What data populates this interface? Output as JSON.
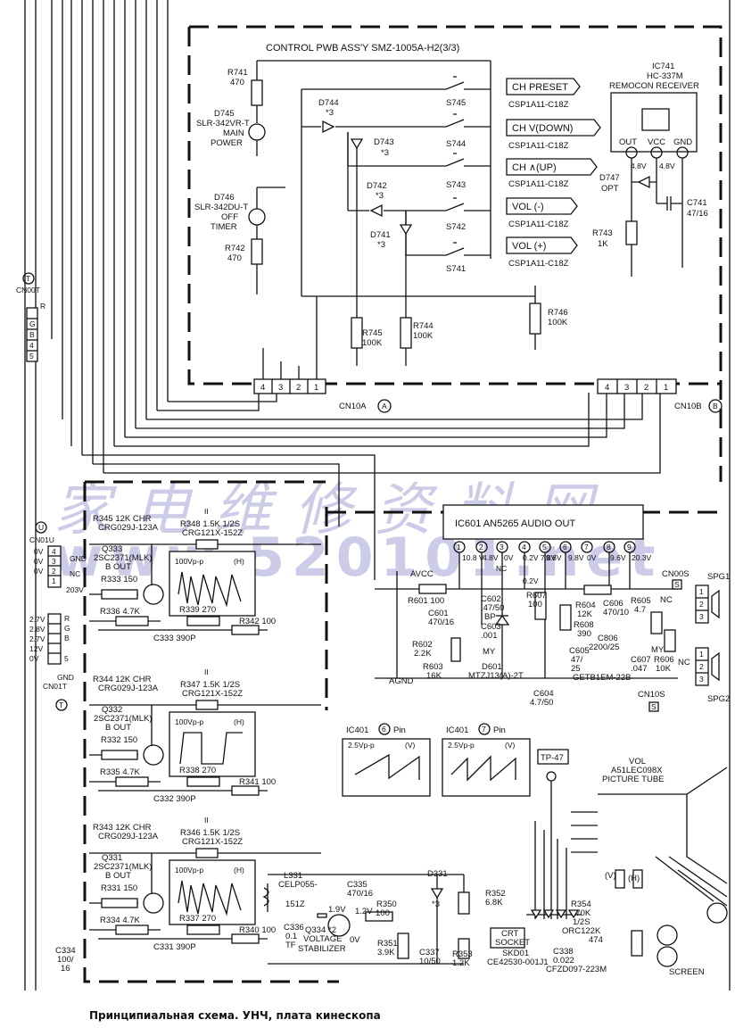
{
  "board": {
    "title": "CONTROL  PWB ASS'Y  SMZ-1005A-H2(3/3)"
  },
  "leds": [
    {
      "ref": "R741",
      "val": "470"
    },
    {
      "ref": "D745",
      "part": "SLR-342VR-T",
      "l1": "MAIN",
      "l2": "POWER"
    },
    {
      "ref": "D746",
      "part": "SLR-342DU-T",
      "l1": "OFF",
      "l2": "TIMER"
    },
    {
      "ref": "R742",
      "val": "470"
    }
  ],
  "switches": [
    {
      "ref": "S745",
      "fn": "CH PRESET",
      "part": "CSP1A11-C18Z"
    },
    {
      "ref": "S744",
      "fn": "CH V(DOWN)",
      "part": "CSP1A11-C18Z"
    },
    {
      "ref": "S743",
      "fn": "CH  ∧(UP)",
      "part": "CSP1A11-C18Z"
    },
    {
      "ref": "S742",
      "fn": "VOL    (-)",
      "part": "CSP1A11-C18Z"
    },
    {
      "ref": "S741",
      "fn": "VOL    (+)",
      "part": "CSP1A11-C18Z"
    }
  ],
  "diodes": [
    {
      "ref": "D744",
      "note": "*3"
    },
    {
      "ref": "D743",
      "note": "*3"
    },
    {
      "ref": "D742",
      "note": "*3"
    },
    {
      "ref": "D741",
      "note": "*3"
    }
  ],
  "remocon": {
    "ref": "IC741",
    "part": "HC-337M",
    "name": "REMOCON RECEIVER",
    "pins": [
      "OUT",
      "VCC",
      "GND"
    ],
    "v1": "4.8V",
    "v2": "4.8V",
    "d747": "D747",
    "opt": "OPT",
    "c741": "C741",
    "c741v": "47/16",
    "r743": "R743",
    "r743v": "1K"
  },
  "resistors_top": [
    {
      "ref": "R745",
      "val": "100K"
    },
    {
      "ref": "R744",
      "val": "100K"
    },
    {
      "ref": "R746",
      "val": "100K"
    }
  ],
  "connectors": {
    "cn10a": "CN10A",
    "cn10a_tag": "A",
    "cn10b": "CN10B",
    "cn10b_tag": "B",
    "cn00t": "CN00T",
    "cn01u": "CN01U",
    "cn01t": "CN01T",
    "tag_t": "T",
    "tag_u": "U",
    "pins4": [
      "4",
      "3",
      "2",
      "1"
    ],
    "cn00t_pins": [
      "R",
      "G",
      "B",
      "4",
      "5"
    ],
    "cn01u_lbl": [
      "0V",
      "0V",
      "0V",
      "NC",
      "203V"
    ],
    "cn01u_mid": [
      "GND",
      "NC"
    ],
    "cn01t_lbl": [
      "2.7V",
      "2.8V",
      "2.7V",
      "12V",
      "0V"
    ],
    "cn01t_pins": [
      "R",
      "G",
      "B",
      "GND",
      "5"
    ],
    "cn00s": "CN00S",
    "cn01s": "CN10S",
    "s": "S"
  },
  "ic601": {
    "title": "IC601  AN5265  AUDIO OUT",
    "pins": [
      "1",
      "2",
      "3",
      "4",
      "5",
      "6",
      "7",
      "8",
      "9"
    ],
    "volts": [
      "10.8\nV",
      "4.8V",
      "0V",
      "0.2V\n7.8V",
      "9.6V",
      "9.8V",
      "0V",
      "9.6V",
      "20.3V"
    ],
    "nc": "NC",
    "v02": "0.2V"
  },
  "audio": {
    "avcc": "AVCC",
    "r601": "R601  100",
    "c601": "C601",
    "c601v": "470/16",
    "c602": "C602",
    "c602v": ".47/50",
    "c602b": "BP",
    "c603": "C603",
    "c603v": ".001",
    "my": "MY",
    "r602": "R602",
    "r602v": "2.2K",
    "r603": "R603",
    "r603v": "16K",
    "d601": "D601",
    "d601p": "MTZJ13(A)-2T",
    "r607": "R607",
    "r607v": "100",
    "r604": "R604",
    "r604v": "12K",
    "r608": "R608",
    "r608v": "390",
    "c605": "C605",
    "c605v": "47/",
    "c605v2": "25",
    "c806": "C806",
    "c806v": "2200/25",
    "c806p": "GETB1EM-22B",
    "c606": "C606",
    "c606v": "470/10",
    "r605": "R605",
    "r605v": "4.7",
    "c607": "C607",
    "c607v": ".047",
    "r606": "R606",
    "r606v": "10K",
    "c604": "C604",
    "c604v": "4.7/50",
    "agnd": "AGND",
    "spg1": "SPG1",
    "spg2": "SPG2",
    "nc": "NC",
    "my2": "MY"
  },
  "waves": [
    {
      "name": "IC401",
      "pin": "6",
      "pinword": "Pin",
      "amp": "2.5Vp-p",
      "unit": "(V)"
    },
    {
      "name": "IC401",
      "pin": "7",
      "pinword": "Pin",
      "amp": "2.5Vp-p",
      "unit": "(V)"
    }
  ],
  "rgb": [
    {
      "r1": "R345  12K  CHR",
      "r1p": "CRG029J-123A",
      "r2": "R348  1.5K  1/2S",
      "r2p": "CRG121X-152Z",
      "q": "Q333",
      "qp": "2SC2371(MLK)",
      "qn": "B  OUT",
      "osc": "100Vp-p",
      "oscu": "(H)",
      "rb": "R333  150",
      "re": "R336  4.7K",
      "rc": "R339  270",
      "rr": "R342  100",
      "cap": "C333  390P",
      "ii": "II"
    },
    {
      "r1": "R344  12K  CHR",
      "r1p": "CRG029J-123A",
      "r2": "R347  1.5K  1/2S",
      "r2p": "CRG121X-152Z",
      "q": "Q332",
      "qp": "2SC2371(MLK)",
      "qn": "B  OUT",
      "osc": "100Vp-p",
      "oscu": "(H)",
      "rb": "R332  150",
      "re": "R335  4.7K",
      "rc": "R338  270",
      "rr": "R341  100",
      "cap": "C332  390P",
      "ii": "II"
    },
    {
      "r1": "R343  12K  CHR",
      "r1p": "CRG029J-123A",
      "r2": "R346  1.5K  1/2S",
      "r2p": "CRG121X-152Z",
      "q": "Q331",
      "qp": "2SC2371(MLK)",
      "qn": "B  OUT",
      "osc": "100Vp-p",
      "oscu": "(H)",
      "rb": "R331  150",
      "re": "R334  4.7K",
      "rc": "R337  270",
      "rr": "R340  100",
      "cap": "C331  390P",
      "ii": "II"
    }
  ],
  "crt": {
    "tp": "TP-47",
    "vol": "VOL",
    "tube": "A51LEC098X",
    "tubename": "PICTURE TUBE",
    "l331": "L331",
    "l331p": "CELP055-",
    "l331v": "151Z",
    "c335": "C335",
    "c335v": "470/16",
    "v19": "1.9V",
    "v12": "1.2V",
    "v0": "0V",
    "r350": "R350",
    "r350v": "100",
    "q334": "Q334",
    "q334n": "*2",
    "q334a": "VOLTAGE",
    "q334b": "STABILIZER",
    "c336": "C336",
    "c336v": "0.1",
    "c336t": "TF",
    "r351": "R351",
    "r351v": "3.9K",
    "d331": "D331",
    "d331n": "*3",
    "r352": "R352",
    "r352v": "6.8K",
    "c337": "C337",
    "c337v": "10/50",
    "r353": "R353",
    "r353v": "1.2K",
    "sock": "CRT",
    "sock2": "SOCKET",
    "skd": "SKD01",
    "skdp": "CE42530-001J1",
    "r354": "R354",
    "r354v": "470K",
    "r354r": "1/2S",
    "orc": "ORC122K",
    "orcv": "474",
    "c338": "C338",
    "c338v": "0.022",
    "cfzd": "CFZD097-223M",
    "screen": "SCREEN",
    "c334": "C334",
    "c334v": "100/",
    "c334v2": "16",
    "vv": "(V)",
    "hh": "(H)"
  },
  "caption": "Принципиальная схема. УНЧ, плата кинескопа",
  "watermark": {
    "l1": "家电维修资料网",
    "l2": "www.520101.net"
  }
}
